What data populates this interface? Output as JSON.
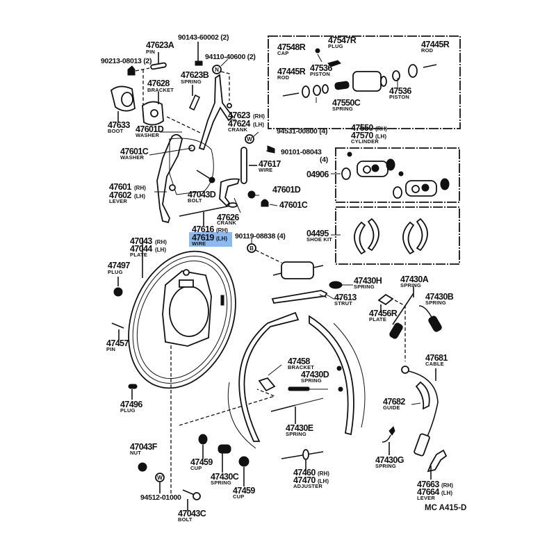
{
  "diagram": {
    "title": "Parking brake / rear drum brake exploded view",
    "code": "MC A415-D",
    "highlight_color": "#7fb2ee",
    "highlighted_part": "47619"
  },
  "parts": {
    "p90213": {
      "num": "90213-08013 (2)"
    },
    "p47623A": {
      "num": "47623A",
      "name": "PIN"
    },
    "p90143": {
      "num": "90143-60002 (2)"
    },
    "p94110": {
      "num": "94110-40600 (2)",
      "symbol": "N"
    },
    "p47623B": {
      "num": "47623B",
      "name": "SPRING"
    },
    "p47628": {
      "num": "47628",
      "name": "BRACKET"
    },
    "p47633": {
      "num": "47633",
      "name": "BOOT"
    },
    "p47601D_a": {
      "num": "47601D",
      "name": "WASHER"
    },
    "p47623": {
      "num": "47623",
      "side": "(RH)"
    },
    "p47624": {
      "num": "47624",
      "side": "(LH)",
      "name": "CRANK"
    },
    "p94531": {
      "num": "94531-00800 (4)",
      "symbol": "W"
    },
    "p90101": {
      "num": "90101-08043",
      "qty": "(4)"
    },
    "p47601C_a": {
      "num": "47601C",
      "name": "WASHER"
    },
    "p47617": {
      "num": "47617",
      "name": "WIRE"
    },
    "p47601": {
      "num": "47601",
      "side": "(RH)"
    },
    "p47602": {
      "num": "47602",
      "side": "(LH)",
      "name": "LEVER"
    },
    "p47043D": {
      "num": "47043D",
      "name": "BOLT"
    },
    "p47601D_b": {
      "num": "47601D"
    },
    "p47601C_b": {
      "num": "47601C"
    },
    "p47626": {
      "num": "47626",
      "name": "CRANK"
    },
    "p47616": {
      "num": "47616",
      "side": "(RH)"
    },
    "p47619": {
      "num": "47619",
      "side": "(LH)",
      "name": "WIRE"
    },
    "p90119": {
      "num": "90119-08838 (4)",
      "symbol": "B"
    },
    "p47043": {
      "num": "47043",
      "side": "(RH)"
    },
    "p47044": {
      "num": "47044",
      "side": "(LH)",
      "name": "PLATE"
    },
    "p47497": {
      "num": "47497",
      "name": "PLUG"
    },
    "p47457": {
      "num": "47457",
      "name": "PIN"
    },
    "p47496": {
      "num": "47496",
      "name": "PLUG"
    },
    "p47043F": {
      "num": "47043F",
      "name": "NUT"
    },
    "p94512": {
      "num": "94512-01000",
      "symbol": "W"
    },
    "p47043C": {
      "num": "47043C",
      "name": "BOLT"
    },
    "p47459_a": {
      "num": "47459",
      "name": "CUP"
    },
    "p47430C": {
      "num": "47430C",
      "name": "SPRING"
    },
    "p47459_b": {
      "num": "47459",
      "name": "CUP"
    },
    "p47548R": {
      "num": "47548R",
      "name": "CAP"
    },
    "p47547R": {
      "num": "47547R",
      "name": "PLUG"
    },
    "p47445R_a": {
      "num": "47445R",
      "name": "ROD"
    },
    "p47445R_b": {
      "num": "47445R",
      "name": "ROD"
    },
    "p47536_a": {
      "num": "47536",
      "name": "PISTON"
    },
    "p47536_b": {
      "num": "47536",
      "name": "PISTON"
    },
    "p47550C": {
      "num": "47550C",
      "name": "SPRING"
    },
    "p47550": {
      "num": "47550",
      "side": "(RH)"
    },
    "p47570": {
      "num": "47570",
      "side": "(LH)",
      "name": "CYLINDER"
    },
    "p04906": {
      "num": "04906"
    },
    "p04495": {
      "num": "04495",
      "name": "SHOE KIT"
    },
    "p47430H": {
      "num": "47430H",
      "name": "SPRING"
    },
    "p47613": {
      "num": "47613",
      "name": "STRUT"
    },
    "p47430A": {
      "num": "47430A",
      "name": "SPRING"
    },
    "p47430B": {
      "num": "47430B",
      "name": "SPRING"
    },
    "p47456R": {
      "num": "47456R",
      "name": "PLATE"
    },
    "p47681": {
      "num": "47681",
      "name": "CABLE"
    },
    "p47458": {
      "num": "47458",
      "name": "BRACKET"
    },
    "p47430D": {
      "num": "47430D",
      "name": "SPRING"
    },
    "p47430E": {
      "num": "47430E",
      "name": "SPRING"
    },
    "p47682": {
      "num": "47682",
      "name": "GUIDE"
    },
    "p47430G": {
      "num": "47430G",
      "name": "SPRING"
    },
    "p47460": {
      "num": "47460",
      "side": "(RH)"
    },
    "p47470": {
      "num": "47470",
      "side": "(LH)",
      "name": "ADJUSTER"
    },
    "p47663": {
      "num": "47663",
      "side": "(RH)"
    },
    "p47664": {
      "num": "47664",
      "side": "(LH)",
      "name": "LEVER"
    }
  }
}
